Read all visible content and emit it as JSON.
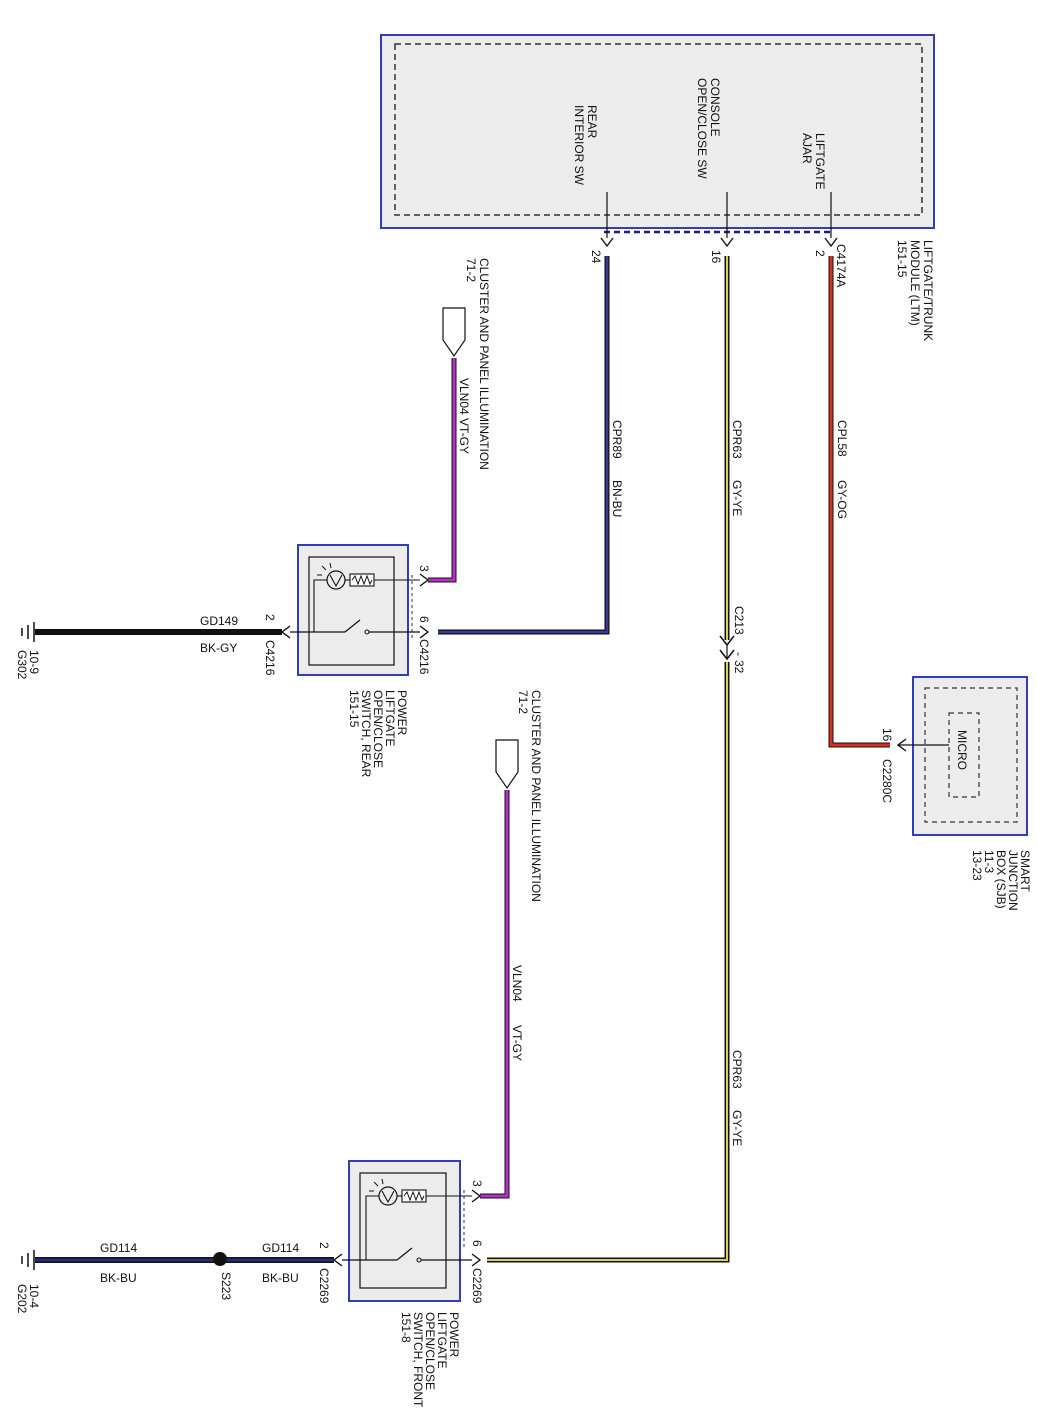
{
  "ltm": {
    "name_lines": [
      "LIFTGATE/TRUNK",
      "MODULE (LTM)",
      "151-15"
    ],
    "rear_sw_lines": [
      "REAR",
      "INTERIOR SW"
    ],
    "console_sw_lines": [
      "CONSOLE",
      "OPEN/CLOSE SW"
    ],
    "ajar_lines": [
      "LIFTGATE",
      "AJAR"
    ],
    "connector": "C4174A",
    "pin_rear": "24",
    "pin_console": "16",
    "pin_ajar": "2"
  },
  "sjb": {
    "name_lines": [
      "SMART",
      "JUNCTION",
      "BOX (SJB)",
      "11-3",
      "13-23"
    ],
    "micro": "MICRO",
    "pin": "16",
    "connector": "C2280C"
  },
  "wires": {
    "cpl58": {
      "circuit": "CPL58",
      "color": "GY-OG"
    },
    "cpr63": {
      "circuit": "CPR63",
      "color": "GY-YE"
    },
    "cpr89": {
      "circuit": "CPR89",
      "color": "BN-BU"
    },
    "vln04": {
      "circuit": "VLN04",
      "color": "VT-GY"
    },
    "gd149": {
      "circuit": "GD149",
      "color": "BK-GY"
    },
    "gd114": {
      "circuit": "GD114",
      "color": "BK-BU"
    }
  },
  "inline_connector": "C213",
  "inline_pin": "32",
  "illum_top": {
    "lines": [
      "CLUSTER AND PANEL ILLUMINATION",
      "71-2"
    ]
  },
  "illum_bottom": {
    "lines": [
      "CLUSTER AND PANEL ILLUMINATION",
      "71-2"
    ]
  },
  "rear_switch": {
    "name_lines": [
      "POWER",
      "LIFTGATE",
      "OPEN/CLOSE",
      "SWITCH, REAR",
      "151-15"
    ],
    "connector": "C4216",
    "pin_illum": "3",
    "pin_signal": "6",
    "pin_ground": "2"
  },
  "front_switch": {
    "name_lines": [
      "POWER",
      "LIFTGATE",
      "OPEN/CLOSE",
      "SWITCH, FRONT",
      "151-8"
    ],
    "connector": "C2269",
    "pin_illum": "3",
    "pin_signal": "6",
    "pin_ground": "2"
  },
  "ground_top": {
    "lines": [
      "G302",
      "10-9"
    ]
  },
  "ground_bottom": {
    "lines": [
      "G202",
      "10-4"
    ]
  },
  "splice": "S223",
  "colors": {
    "module_border": "#2f3fb8",
    "module_fill": "#ececec",
    "wire_red": "#d4301f",
    "wire_yellow": "#d8d25a",
    "wire_blue": "#3a3a9a",
    "wire_violet": "#b630c8",
    "wire_black": "#111111"
  }
}
